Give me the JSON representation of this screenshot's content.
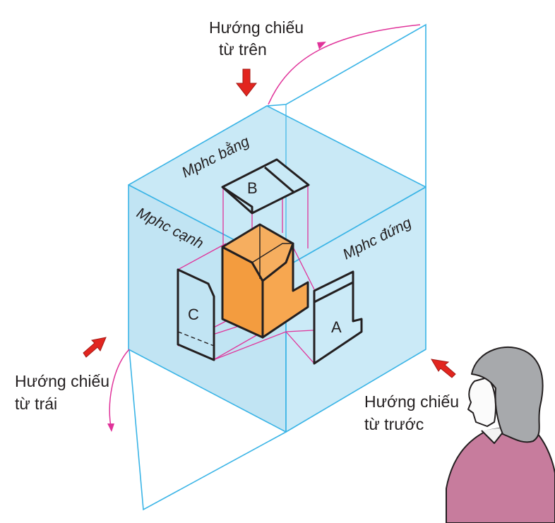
{
  "directions": {
    "top_line1": "Hướng chiếu",
    "top_line2": "từ trên",
    "left_line1": "Hướng chiếu",
    "left_line2": "từ trái",
    "front_line1": "Hướng chiếu",
    "front_line2": "từ trước"
  },
  "planes": {
    "horizontal": "Mphc bằng",
    "side": "Mphc cạnh",
    "frontal": "Mphc đứng"
  },
  "parts": {
    "top_view": "B",
    "side_view": "C",
    "front_view": "A"
  },
  "colors": {
    "plane_fill": "#c9e9f6",
    "plane_edge": "#3ab4e6",
    "projection_line": "#e0339a",
    "object_fill": "#f7a750",
    "arrow": "#e2251f",
    "person_shirt": "#c77c9d",
    "person_hair": "#a7a9ac"
  }
}
